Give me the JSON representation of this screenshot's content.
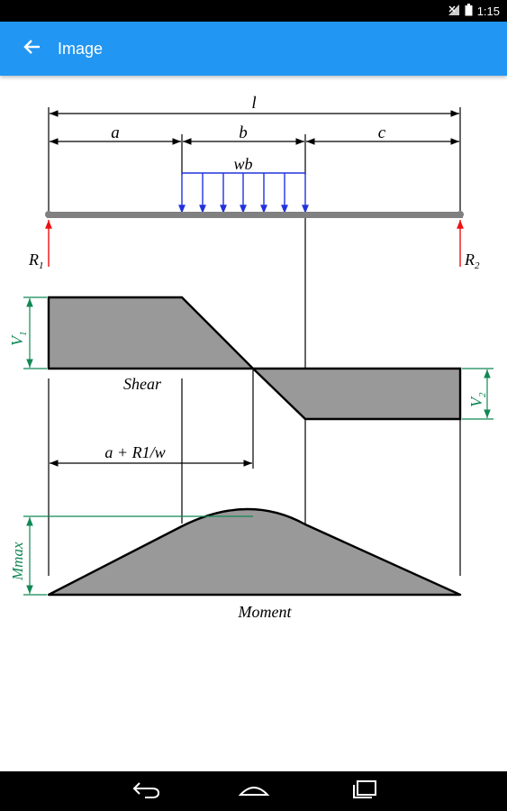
{
  "status_bar": {
    "time": "1:15"
  },
  "app_bar": {
    "title": "Image"
  },
  "diagram": {
    "labels": {
      "span_total": "l",
      "span_a": "a",
      "span_b": "b",
      "span_c": "c",
      "load": "wb",
      "reaction_left": "R",
      "reaction_left_sub": "1",
      "reaction_right": "R",
      "reaction_right_sub": "2",
      "shear_left": "V",
      "shear_left_sub": "1",
      "shear_right": "V",
      "shear_right_sub": "2",
      "shear_caption": "Shear",
      "max_location": "a + R1/w",
      "moment_max": "Mmax",
      "moment_caption": "Moment"
    },
    "colors": {
      "dimension_line": "#000000",
      "load_arrow": "#2233dd",
      "reaction_arrow": "#ee1111",
      "beam": "#808080",
      "fill": "#999999",
      "value_dimension": "#118855"
    }
  },
  "nav_bar": {
    "icons": [
      "back-icon",
      "home-icon",
      "recents-icon"
    ]
  }
}
